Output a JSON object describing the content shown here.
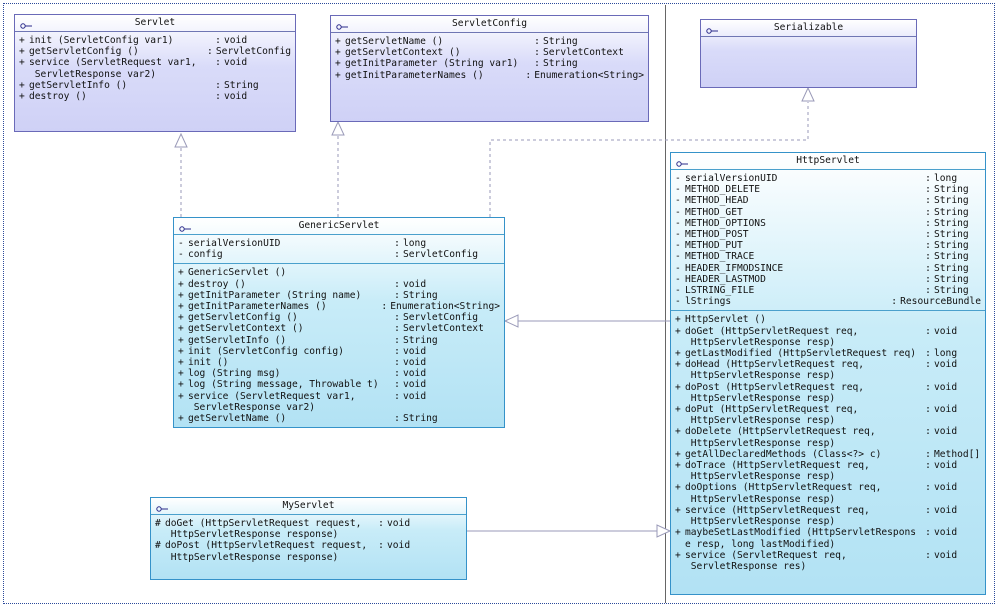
{
  "classes": {
    "servlet": {
      "name": "Servlet",
      "methods": [
        {
          "vis": "+",
          "lines": [
            "init (ServletConfig var1)"
          ],
          "type": "void"
        },
        {
          "vis": "+",
          "lines": [
            "getServletConfig ()"
          ],
          "type": "ServletConfig"
        },
        {
          "vis": "+",
          "lines": [
            "service (ServletRequest var1,",
            " ServletResponse var2)"
          ],
          "type": "void"
        },
        {
          "vis": "+",
          "lines": [
            "getServletInfo ()"
          ],
          "type": "String"
        },
        {
          "vis": "+",
          "lines": [
            "destroy ()"
          ],
          "type": "void"
        }
      ]
    },
    "servletconfig": {
      "name": "ServletConfig",
      "methods": [
        {
          "vis": "+",
          "lines": [
            "getServletName ()"
          ],
          "type": "String"
        },
        {
          "vis": "+",
          "lines": [
            "getServletContext ()"
          ],
          "type": "ServletContext"
        },
        {
          "vis": "+",
          "lines": [
            "getInitParameter (String var1)"
          ],
          "type": "String"
        },
        {
          "vis": "+",
          "lines": [
            "getInitParameterNames ()"
          ],
          "type": "Enumeration<String>"
        }
      ]
    },
    "serializable": {
      "name": "Serializable",
      "methods": []
    },
    "genericservlet": {
      "name": "GenericServlet",
      "attributes": [
        {
          "vis": "-",
          "lines": [
            "serialVersionUID"
          ],
          "type": "long"
        },
        {
          "vis": "-",
          "lines": [
            "config"
          ],
          "type": "ServletConfig"
        }
      ],
      "methods": [
        {
          "vis": "+",
          "lines": [
            "GenericServlet ()"
          ],
          "type": ""
        },
        {
          "vis": "+",
          "lines": [
            "destroy ()"
          ],
          "type": "void"
        },
        {
          "vis": "+",
          "lines": [
            "getInitParameter (String name)"
          ],
          "type": "String"
        },
        {
          "vis": "+",
          "lines": [
            "getInitParameterNames ()"
          ],
          "type": "Enumeration<String>"
        },
        {
          "vis": "+",
          "lines": [
            "getServletConfig ()"
          ],
          "type": "ServletConfig"
        },
        {
          "vis": "+",
          "lines": [
            "getServletContext ()"
          ],
          "type": "ServletContext"
        },
        {
          "vis": "+",
          "lines": [
            "getServletInfo ()"
          ],
          "type": "String"
        },
        {
          "vis": "+",
          "lines": [
            "init (ServletConfig config)"
          ],
          "type": "void"
        },
        {
          "vis": "+",
          "lines": [
            "init ()"
          ],
          "type": "void"
        },
        {
          "vis": "+",
          "lines": [
            "log (String msg)"
          ],
          "type": "void"
        },
        {
          "vis": "+",
          "lines": [
            "log (String message, Throwable t)"
          ],
          "type": "void"
        },
        {
          "vis": "+",
          "lines": [
            "service (ServletRequest var1,",
            " ServletResponse var2)"
          ],
          "type": "void"
        },
        {
          "vis": "+",
          "lines": [
            "getServletName ()"
          ],
          "type": "String"
        }
      ]
    },
    "myservlet": {
      "name": "MyServlet",
      "methods": [
        {
          "vis": "#",
          "lines": [
            "doGet (HttpServletRequest request,",
            " HttpServletResponse response)"
          ],
          "type": "void"
        },
        {
          "vis": "#",
          "lines": [
            "doPost (HttpServletRequest request,",
            " HttpServletResponse response)"
          ],
          "type": "void"
        }
      ]
    },
    "httpservlet": {
      "name": "HttpServlet",
      "attributes": [
        {
          "vis": "-",
          "lines": [
            "serialVersionUID"
          ],
          "type": "long"
        },
        {
          "vis": "-",
          "lines": [
            "METHOD_DELETE"
          ],
          "type": "String"
        },
        {
          "vis": "-",
          "lines": [
            "METHOD_HEAD"
          ],
          "type": "String"
        },
        {
          "vis": "-",
          "lines": [
            "METHOD_GET"
          ],
          "type": "String"
        },
        {
          "vis": "-",
          "lines": [
            "METHOD_OPTIONS"
          ],
          "type": "String"
        },
        {
          "vis": "-",
          "lines": [
            "METHOD_POST"
          ],
          "type": "String"
        },
        {
          "vis": "-",
          "lines": [
            "METHOD_PUT"
          ],
          "type": "String"
        },
        {
          "vis": "-",
          "lines": [
            "METHOD_TRACE"
          ],
          "type": "String"
        },
        {
          "vis": "-",
          "lines": [
            "HEADER_IFMODSINCE"
          ],
          "type": "String"
        },
        {
          "vis": "-",
          "lines": [
            "HEADER_LASTMOD"
          ],
          "type": "String"
        },
        {
          "vis": "-",
          "lines": [
            "LSTRING_FILE"
          ],
          "type": "String"
        },
        {
          "vis": "-",
          "lines": [
            "lStrings"
          ],
          "type": "ResourceBundle"
        }
      ],
      "methods": [
        {
          "vis": "+",
          "lines": [
            "HttpServlet ()"
          ],
          "type": ""
        },
        {
          "vis": "+",
          "lines": [
            "doGet (HttpServletRequest req,",
            " HttpServletResponse resp)"
          ],
          "type": "void"
        },
        {
          "vis": "+",
          "lines": [
            "getLastModified (HttpServletRequest req)"
          ],
          "type": "long"
        },
        {
          "vis": "+",
          "lines": [
            "doHead (HttpServletRequest req,",
            " HttpServletResponse resp)"
          ],
          "type": "void"
        },
        {
          "vis": "+",
          "lines": [
            "doPost (HttpServletRequest req,",
            " HttpServletResponse resp)"
          ],
          "type": "void"
        },
        {
          "vis": "+",
          "lines": [
            "doPut (HttpServletRequest req,",
            " HttpServletResponse resp)"
          ],
          "type": "void"
        },
        {
          "vis": "+",
          "lines": [
            "doDelete (HttpServletRequest req,",
            " HttpServletResponse resp)"
          ],
          "type": "void"
        },
        {
          "vis": "+",
          "lines": [
            "getAllDeclaredMethods (Class<?> c)"
          ],
          "type": "Method[]"
        },
        {
          "vis": "+",
          "lines": [
            "doTrace (HttpServletRequest req,",
            " HttpServletResponse resp)"
          ],
          "type": "void"
        },
        {
          "vis": "+",
          "lines": [
            "doOptions (HttpServletRequest req,",
            " HttpServletResponse resp)"
          ],
          "type": "void"
        },
        {
          "vis": "+",
          "lines": [
            "service (HttpServletRequest req,",
            " HttpServletResponse resp)"
          ],
          "type": "void"
        },
        {
          "vis": "+",
          "lines": [
            "maybeSetLastModified (HttpServletRespons",
            "e resp, long lastModified)"
          ],
          "type": "void"
        },
        {
          "vis": "+",
          "lines": [
            "service (ServletRequest req,",
            " ServletResponse res)"
          ],
          "type": "void"
        }
      ]
    }
  },
  "colors": {
    "interface_fill": "#d9dbf9",
    "interface_border": "#6a6ab8",
    "class_fill": "#b2e2f4",
    "class_border": "#3592c9",
    "connector": "#9a9ab8"
  }
}
